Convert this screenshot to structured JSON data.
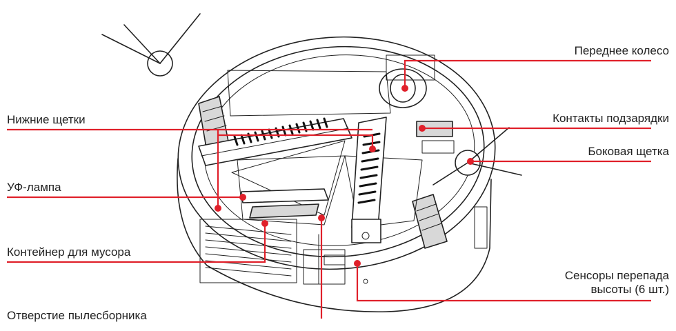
{
  "labels": {
    "front_wheel": "Переднее колесо",
    "charging_contacts": "Контакты подзарядки",
    "bottom_brushes": "Нижние щетки",
    "side_brush": "Боковая щетка",
    "uv_lamp": "УФ-лампа",
    "dust_container": "Контейнер для мусора",
    "cliff_sensors_line1": "Сенсоры перепада",
    "cliff_sensors_line2": "высоты (6 шт.)",
    "dust_opening": "Отверстие пылесборника"
  },
  "colors": {
    "callout": "#e0202a",
    "text": "#222222",
    "line": "#222222"
  }
}
